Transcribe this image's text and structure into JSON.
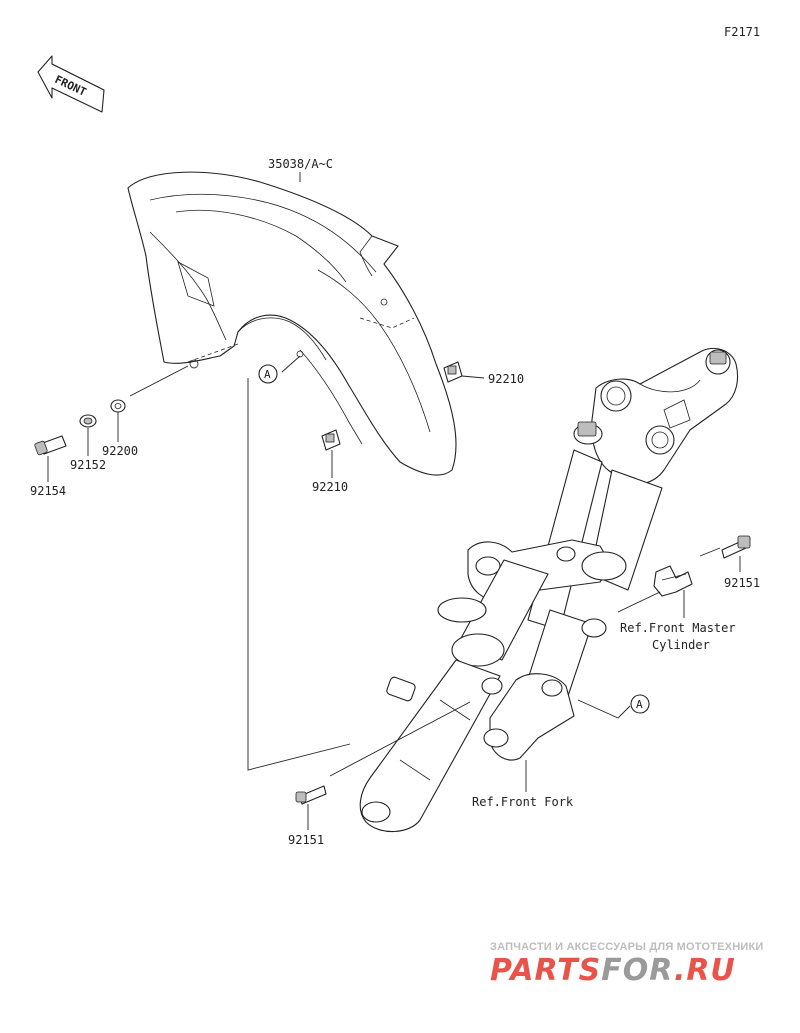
{
  "figure_id": "F2171",
  "front_arrow": {
    "label": "FRONT",
    "icon": "front-direction-arrow-icon"
  },
  "parts": {
    "fender": "35038/A~C",
    "nut_right": "92210",
    "nut_center": "92210",
    "washer": "92200",
    "collar": "92152",
    "bolt_left": "92154",
    "bolt_bottom": "92151",
    "bolt_right": "92151"
  },
  "references": {
    "master_cylinder_line1": "Ref.Front Master",
    "master_cylinder_line2": "Cylinder",
    "front_fork": "Ref.Front Fork"
  },
  "callout_marker": "A",
  "watermark": {
    "tagline": "ЗАПЧАСТИ И АКСЕССУАРЫ ДЛЯ МОТОТЕХНИКИ",
    "logo_part1": "PARTS",
    "logo_part2": "FOR",
    "logo_part3": ".RU",
    "color_red": "#e8534a",
    "color_gray": "#9a9a9a"
  }
}
